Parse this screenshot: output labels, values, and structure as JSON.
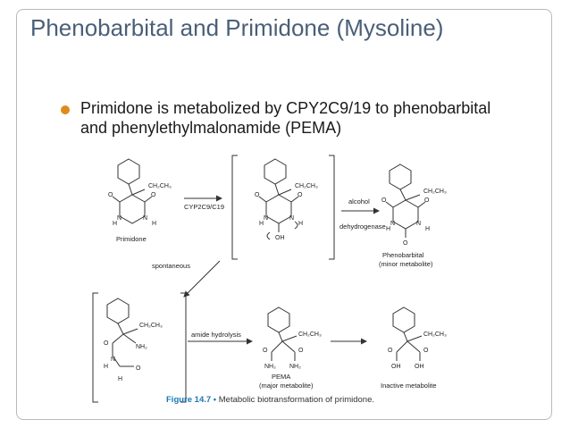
{
  "slide": {
    "title": "Phenobarbital and Primidone (Mysoline)",
    "bullet": "Primidone is metabolized by CPY2C9/19 to phenobarbital and phenylethylmalonamide (PEMA)",
    "accent_color": "#e08a1e",
    "title_color": "#4a5f78"
  },
  "figure": {
    "labels": {
      "primidone": "Primidone",
      "enzyme": "CYP2C9/C19",
      "alcohol": "alcohol",
      "dehydrogenase": "dehydrogenase",
      "phenobarbital": "Phenobarbital",
      "minor": "(minor metabolite)",
      "spontaneous": "spontaneous",
      "amide_hydrolysis": "amide hydrolysis",
      "pema": "PEMA",
      "major": "(major metabolite)",
      "inactive": "Inactive metabolite"
    },
    "atoms": {
      "ethyl": "CH₂CH₃",
      "o": "O",
      "n": "N",
      "h": "H",
      "oh": "OH",
      "nh2": "NH₂"
    },
    "caption_fig": "Figure 14.7 •",
    "caption_text": "Metabolic biotransformation of primidone."
  }
}
